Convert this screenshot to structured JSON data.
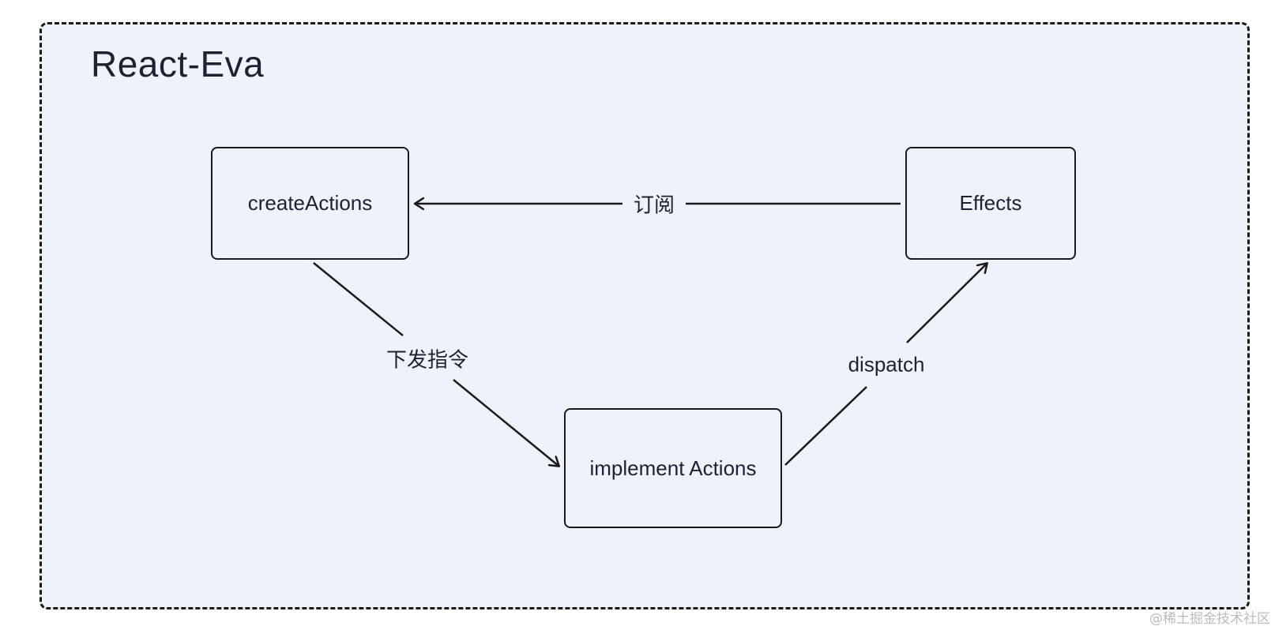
{
  "diagram": {
    "title": "React-Eva",
    "nodes": {
      "create_actions": "createActions",
      "effects": "Effects",
      "implement_actions": "implement Actions"
    },
    "edges": {
      "subscribe": "订阅",
      "issue_command": "下发指令",
      "dispatch": "dispatch"
    }
  },
  "watermark": "@稀土掘金技术社区",
  "colors": {
    "frame_background": "#eef2fa",
    "stroke": "#1a1a1a",
    "text": "#1e2130"
  }
}
